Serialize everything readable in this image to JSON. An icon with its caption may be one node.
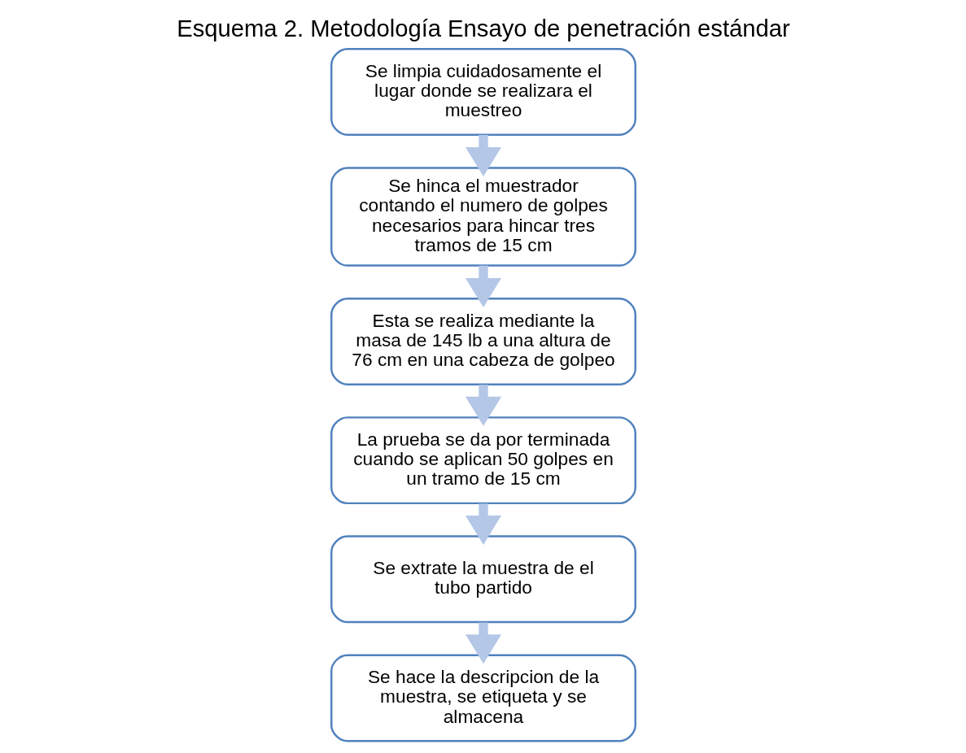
{
  "diagram": {
    "title": "Esquema 2. Metodología Ensayo de penetración estándar",
    "nodes": [
      {
        "text": [
          "Se limpia cuidadosamente el lugar donde se realizara el muestreo"
        ]
      },
      {
        "text": [
          "Se hinca el muestrador contando el numero de golpes necesarios para hincar tres tramos de 15 cm"
        ]
      },
      {
        "text": [
          "Esta se realiza mediante la masa de 145 lb a una altura de 76 cm en una cabeza de golpeo"
        ]
      },
      {
        "text": [
          "La prueba se da por terminada cuando se aplican 50 golpes en un tramo de 15 cm"
        ]
      },
      {
        "text": [
          "Se extrate la muestra de el tubo partido"
        ]
      },
      {
        "text": [
          "Se hace la descripcion de la muestra, se etiqueta y se almacena"
        ]
      }
    ],
    "edges": [
      {
        "from": 0,
        "to": 1,
        "arrow": "to"
      },
      {
        "from": 1,
        "to": 2,
        "arrow": "to"
      },
      {
        "from": 2,
        "to": 3,
        "arrow": "to"
      },
      {
        "from": 3,
        "to": 4,
        "arrow": "to"
      },
      {
        "from": 4,
        "to": 5,
        "arrow": "to"
      }
    ]
  }
}
